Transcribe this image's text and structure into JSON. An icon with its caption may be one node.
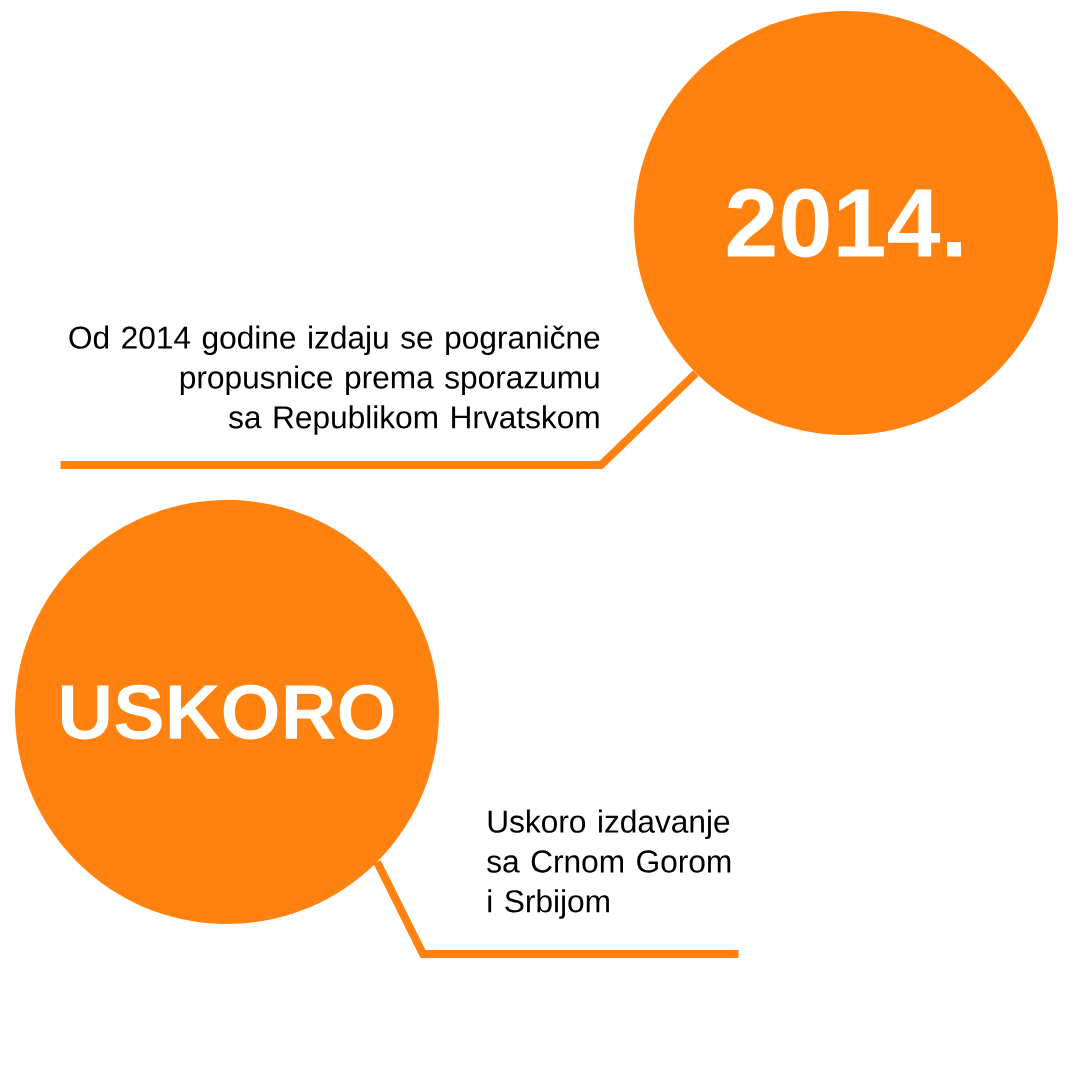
{
  "diagram": {
    "nodes": [
      {
        "text": [
          "2014."
        ]
      },
      {
        "text": [
          "Od 2014 godine izdaju se pogranične propusnice prema sporazumu sa Republikom Hrvatskom"
        ]
      },
      {
        "text": [
          "USKORO"
        ]
      },
      {
        "text": [
          "Uskoro izdavanje sa Crnom Gorom i Srbijom"
        ]
      }
    ],
    "edges": [
      {
        "from": 0,
        "to": 1,
        "arrow": "none"
      },
      {
        "from": 2,
        "to": 3,
        "arrow": "none"
      }
    ]
  }
}
